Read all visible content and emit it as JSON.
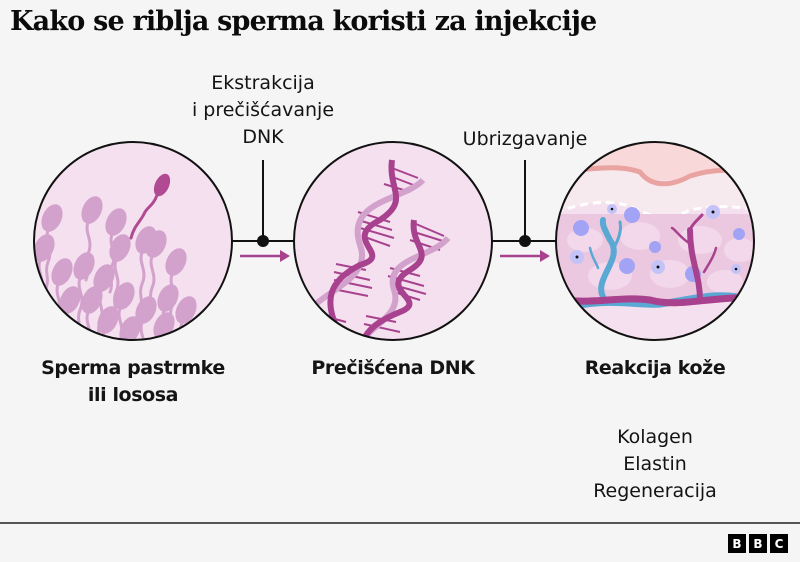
{
  "title": "Kako se riblja sperma koristi za injekcije",
  "steps": [
    {
      "label_line1": "Sperma pastrmke",
      "label_line2": "ili lososa",
      "illustration": "sperm-cells"
    },
    {
      "label_line1": "Prečišćena DNK",
      "illustration": "dna-double-helix"
    },
    {
      "label_line1": "Reakcija kože",
      "illustration": "skin-cross-section"
    }
  ],
  "connectors": [
    {
      "line1": "Ekstrakcija",
      "line2": "i prečišćavanje",
      "line3": "DNK"
    },
    {
      "line1": "Ubrizgavanje"
    }
  ],
  "effects": [
    "Kolagen",
    "Elastin",
    "Regeneracija"
  ],
  "logo": {
    "letters": [
      "B",
      "B",
      "C"
    ]
  },
  "colors": {
    "background": "#f5f5f5",
    "circle_fill": "#f4e0ee",
    "accent_magenta": "#a8428f",
    "light_purple": "#d2a1cc",
    "vessel_blue": "#5aa8d4",
    "cell_blue": "#a3a3f6",
    "epidermis_pink": "#e9a3a0"
  }
}
